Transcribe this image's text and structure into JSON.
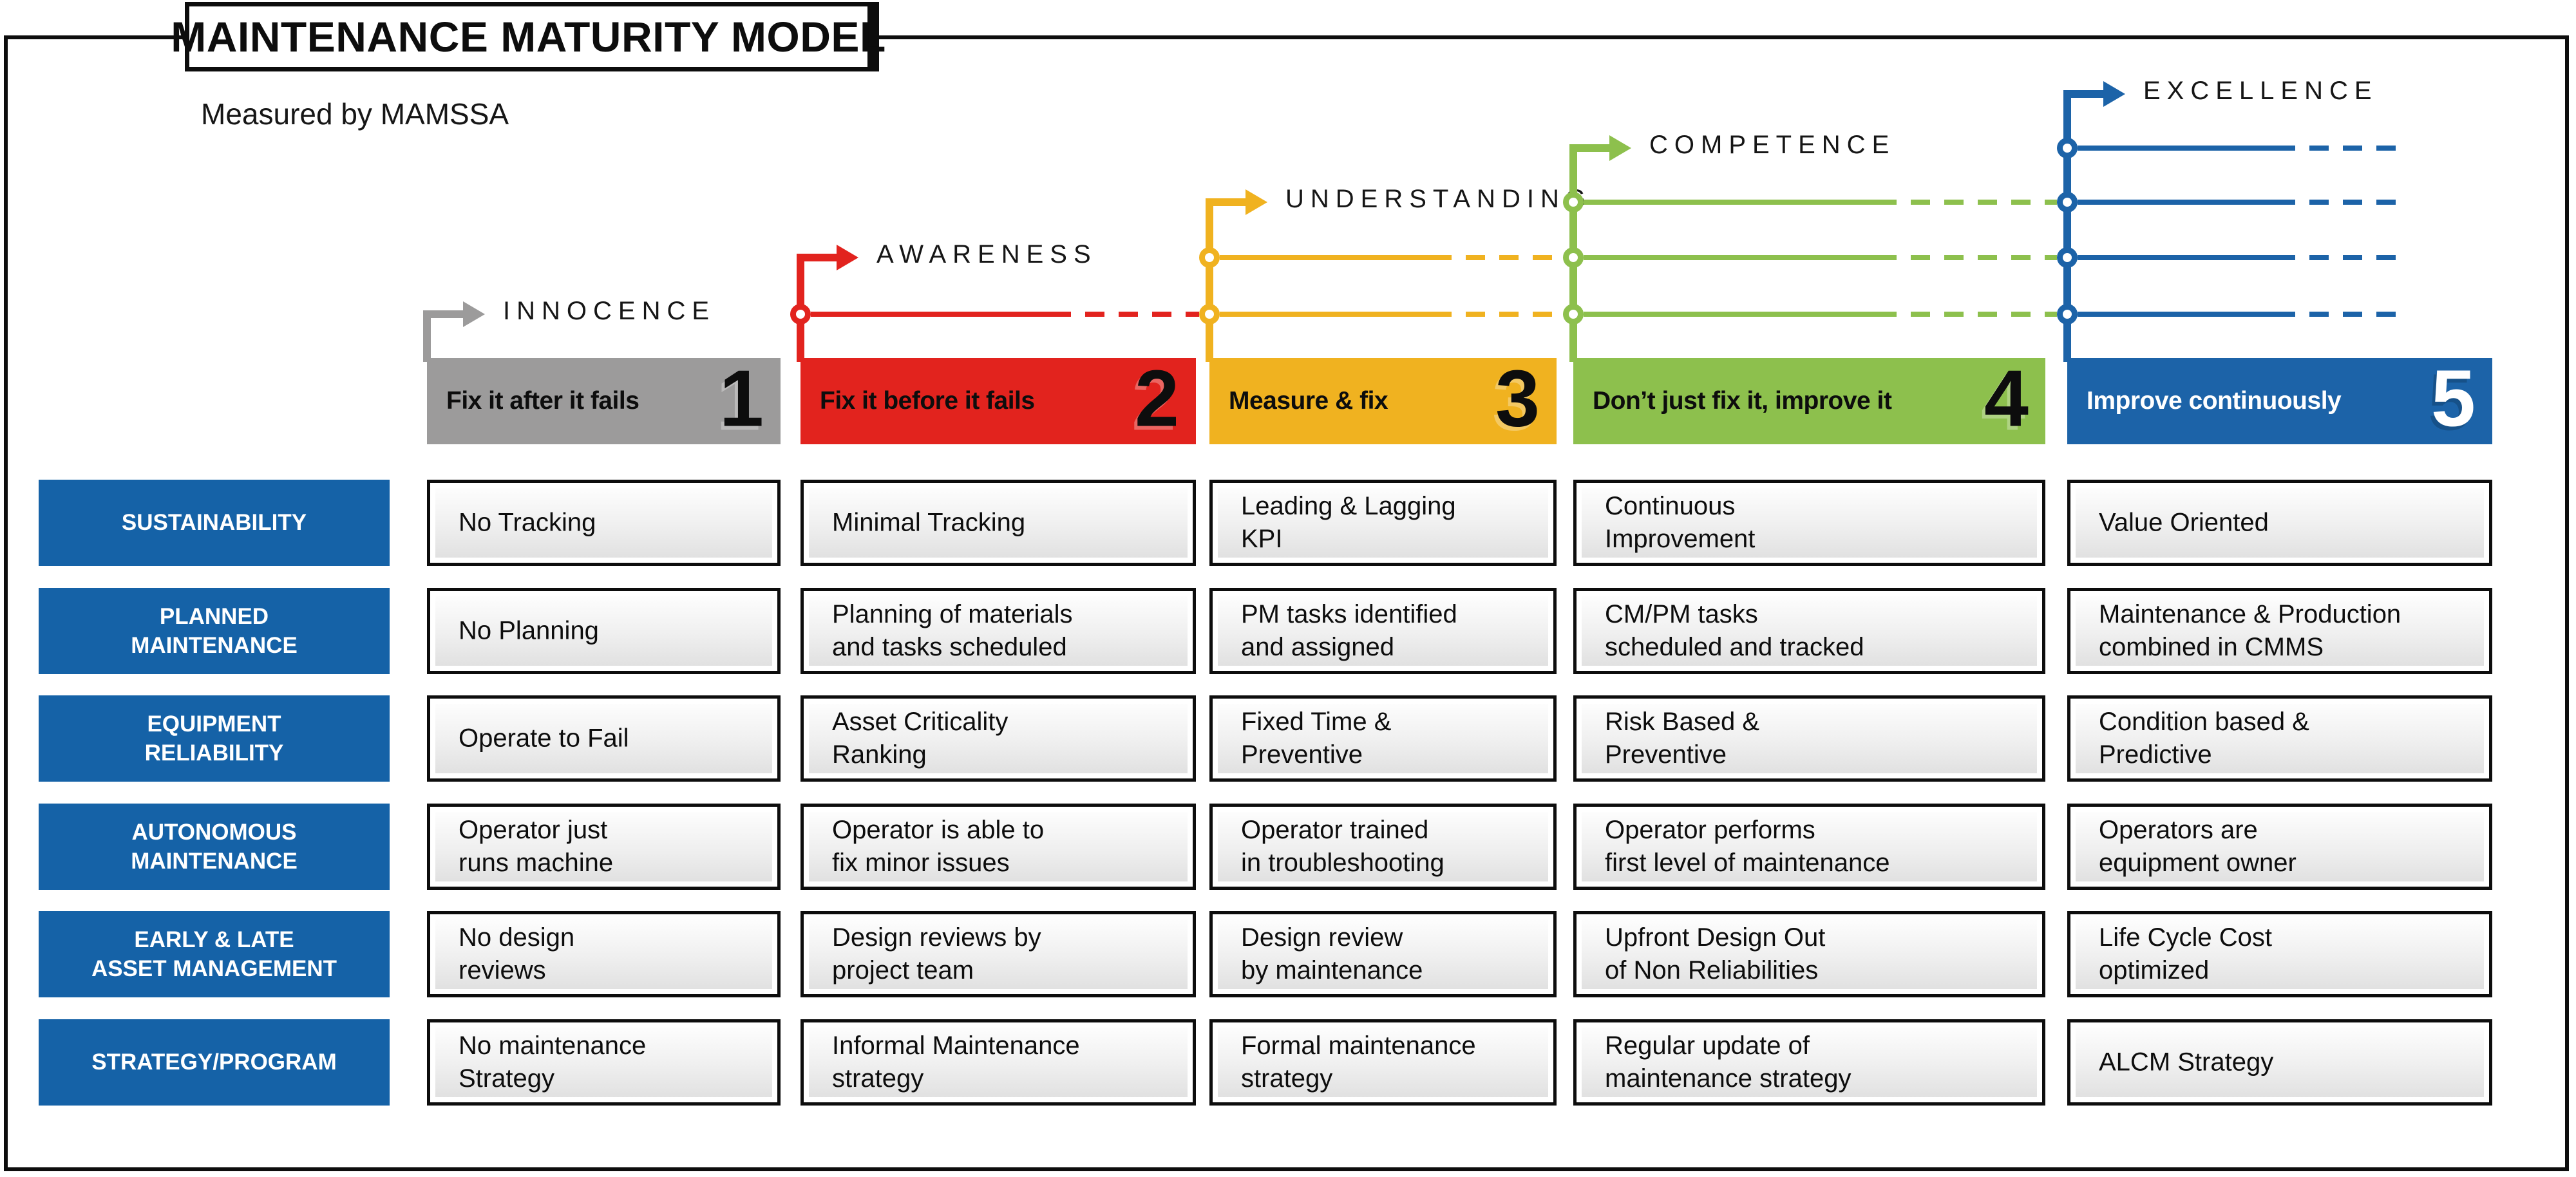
{
  "title": "MAINTENANCE MATURITY MODEL",
  "subtitle": "Measured by MAMSSA",
  "colors": {
    "ink": "#0d0d0d",
    "row_label_bg": "#1562a7",
    "stage_gray": "#9c9b9b",
    "stage_red": "#e2231e",
    "stage_yellow": "#f0b220",
    "stage_green": "#8dc04d",
    "stage_blue": "#1c63a8"
  },
  "stages": [
    {
      "name": "INNOCENCE",
      "tagline": "Fix it after it fails",
      "number": "1",
      "color": "#9c9b9b",
      "text_color": "#0d0d0d"
    },
    {
      "name": "AWARENESS",
      "tagline": "Fix it before it fails",
      "number": "2",
      "color": "#e2231e",
      "text_color": "#0d0d0d"
    },
    {
      "name": "UNDERSTANDING",
      "tagline": "Measure & fix",
      "number": "3",
      "color": "#f0b220",
      "text_color": "#0d0d0d"
    },
    {
      "name": "COMPETENCE",
      "tagline": "Don’t just fix it, improve it",
      "number": "4",
      "color": "#8dc04d",
      "text_color": "#0d0d0d"
    },
    {
      "name": "EXCELLENCE",
      "tagline": "Improve continuously",
      "number": "5",
      "color": "#1c63a8",
      "text_color": "#ffffff"
    }
  ],
  "rows": [
    {
      "label": "SUSTAINABILITY",
      "cells": [
        "No Tracking",
        "Minimal Tracking",
        "Leading & Lagging\nKPI",
        "Continuous\nImprovement",
        "Value Oriented"
      ]
    },
    {
      "label": "PLANNED\nMAINTENANCE",
      "cells": [
        "No Planning",
        "Planning of materials\nand tasks scheduled",
        "PM tasks identified\nand assigned",
        "CM/PM tasks\nscheduled and tracked",
        "Maintenance & Production\ncombined in CMMS"
      ]
    },
    {
      "label": "EQUIPMENT\nRELIABILITY",
      "cells": [
        "Operate to Fail",
        "Asset Criticality\nRanking",
        "Fixed Time &\nPreventive",
        "Risk Based &\nPreventive",
        "Condition based &\nPredictive"
      ]
    },
    {
      "label": "AUTONOMOUS\nMAINTENANCE",
      "cells": [
        "Operator just\nruns machine",
        "Operator is able to\nfix minor issues",
        "Operator trained\nin troubleshooting",
        "Operator performs\nfirst level of maintenance",
        "Operators are\nequipment owner"
      ]
    },
    {
      "label": "EARLY & LATE\nASSET MANAGEMENT",
      "cells": [
        "No design\nreviews",
        "Design reviews by\nproject team",
        "Design review\nby maintenance",
        "Upfront Design Out\nof Non Reliabilities",
        "Life Cycle Cost\noptimized"
      ]
    },
    {
      "label": "STRATEGY/PROGRAM",
      "cells": [
        "No maintenance\nStrategy",
        "Informal Maintenance\nstrategy",
        "Formal maintenance\nstrategy",
        "Regular update of\nmaintenance strategy",
        "ALCM Strategy"
      ]
    }
  ]
}
